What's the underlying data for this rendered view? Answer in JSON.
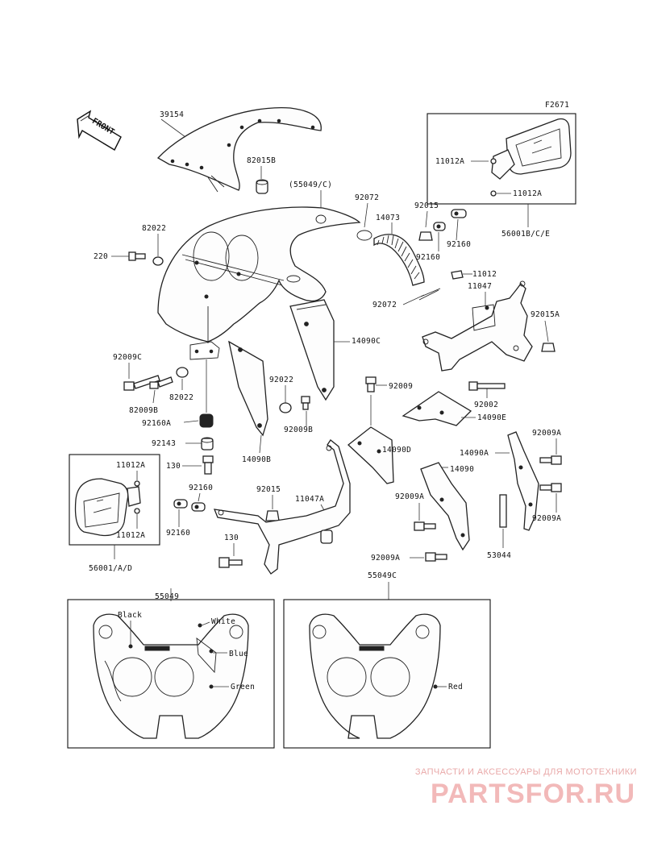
{
  "figure_code": "F2671",
  "front_label": "FRONT",
  "parts": {
    "p39154": "39154",
    "p82015b": "82015B",
    "p55049c_top": "(55049/C)",
    "p92072a": "92072",
    "p14073": "14073",
    "p92015a": "92015",
    "p92160a": "92160",
    "p92160b": "92160",
    "p82022a": "82022",
    "p220": "220",
    "p11012": "11012",
    "p11047": "11047",
    "p92072b": "92072",
    "p92015A": "92015A",
    "p14090c": "14090C",
    "p92009c": "92009C",
    "p82009b": "82009B",
    "p82022b": "82022",
    "p92160A": "92160A",
    "p92022": "92022",
    "p92009b": "92009B",
    "p92009": "92009",
    "p92002": "92002",
    "p14090e": "14090E",
    "p92143": "92143",
    "p130a": "130",
    "p14090b": "14090B",
    "p14090d": "14090D",
    "p14090A": "14090A",
    "p92009A_a": "92009A",
    "p14090": "14090",
    "p92160c": "92160",
    "p92015c": "92015",
    "p11047A": "11047A",
    "p92160d": "92160",
    "p92009A_b": "92009A",
    "p92009A_c": "92009A",
    "p130b": "130",
    "p92009A_d": "92009A",
    "p53044": "53044",
    "p11012A_r1": "11012A",
    "p11012A_r2": "11012A",
    "p56001bce": "56001B/C/E",
    "p11012A_l1": "11012A",
    "p11012A_l2": "11012A",
    "p56001ad": "56001/A/D",
    "p55049": "55049",
    "p55049C": "55049C"
  },
  "colors": {
    "black": "Black",
    "white": "White",
    "blue": "Blue",
    "green": "Green",
    "red": "Red"
  },
  "watermark": {
    "top": "ЗАПЧАСТИ И АКСЕССУАРЫ ДЛЯ МОТОТЕХНИКИ",
    "brand": "PARTSFOR.RU"
  }
}
